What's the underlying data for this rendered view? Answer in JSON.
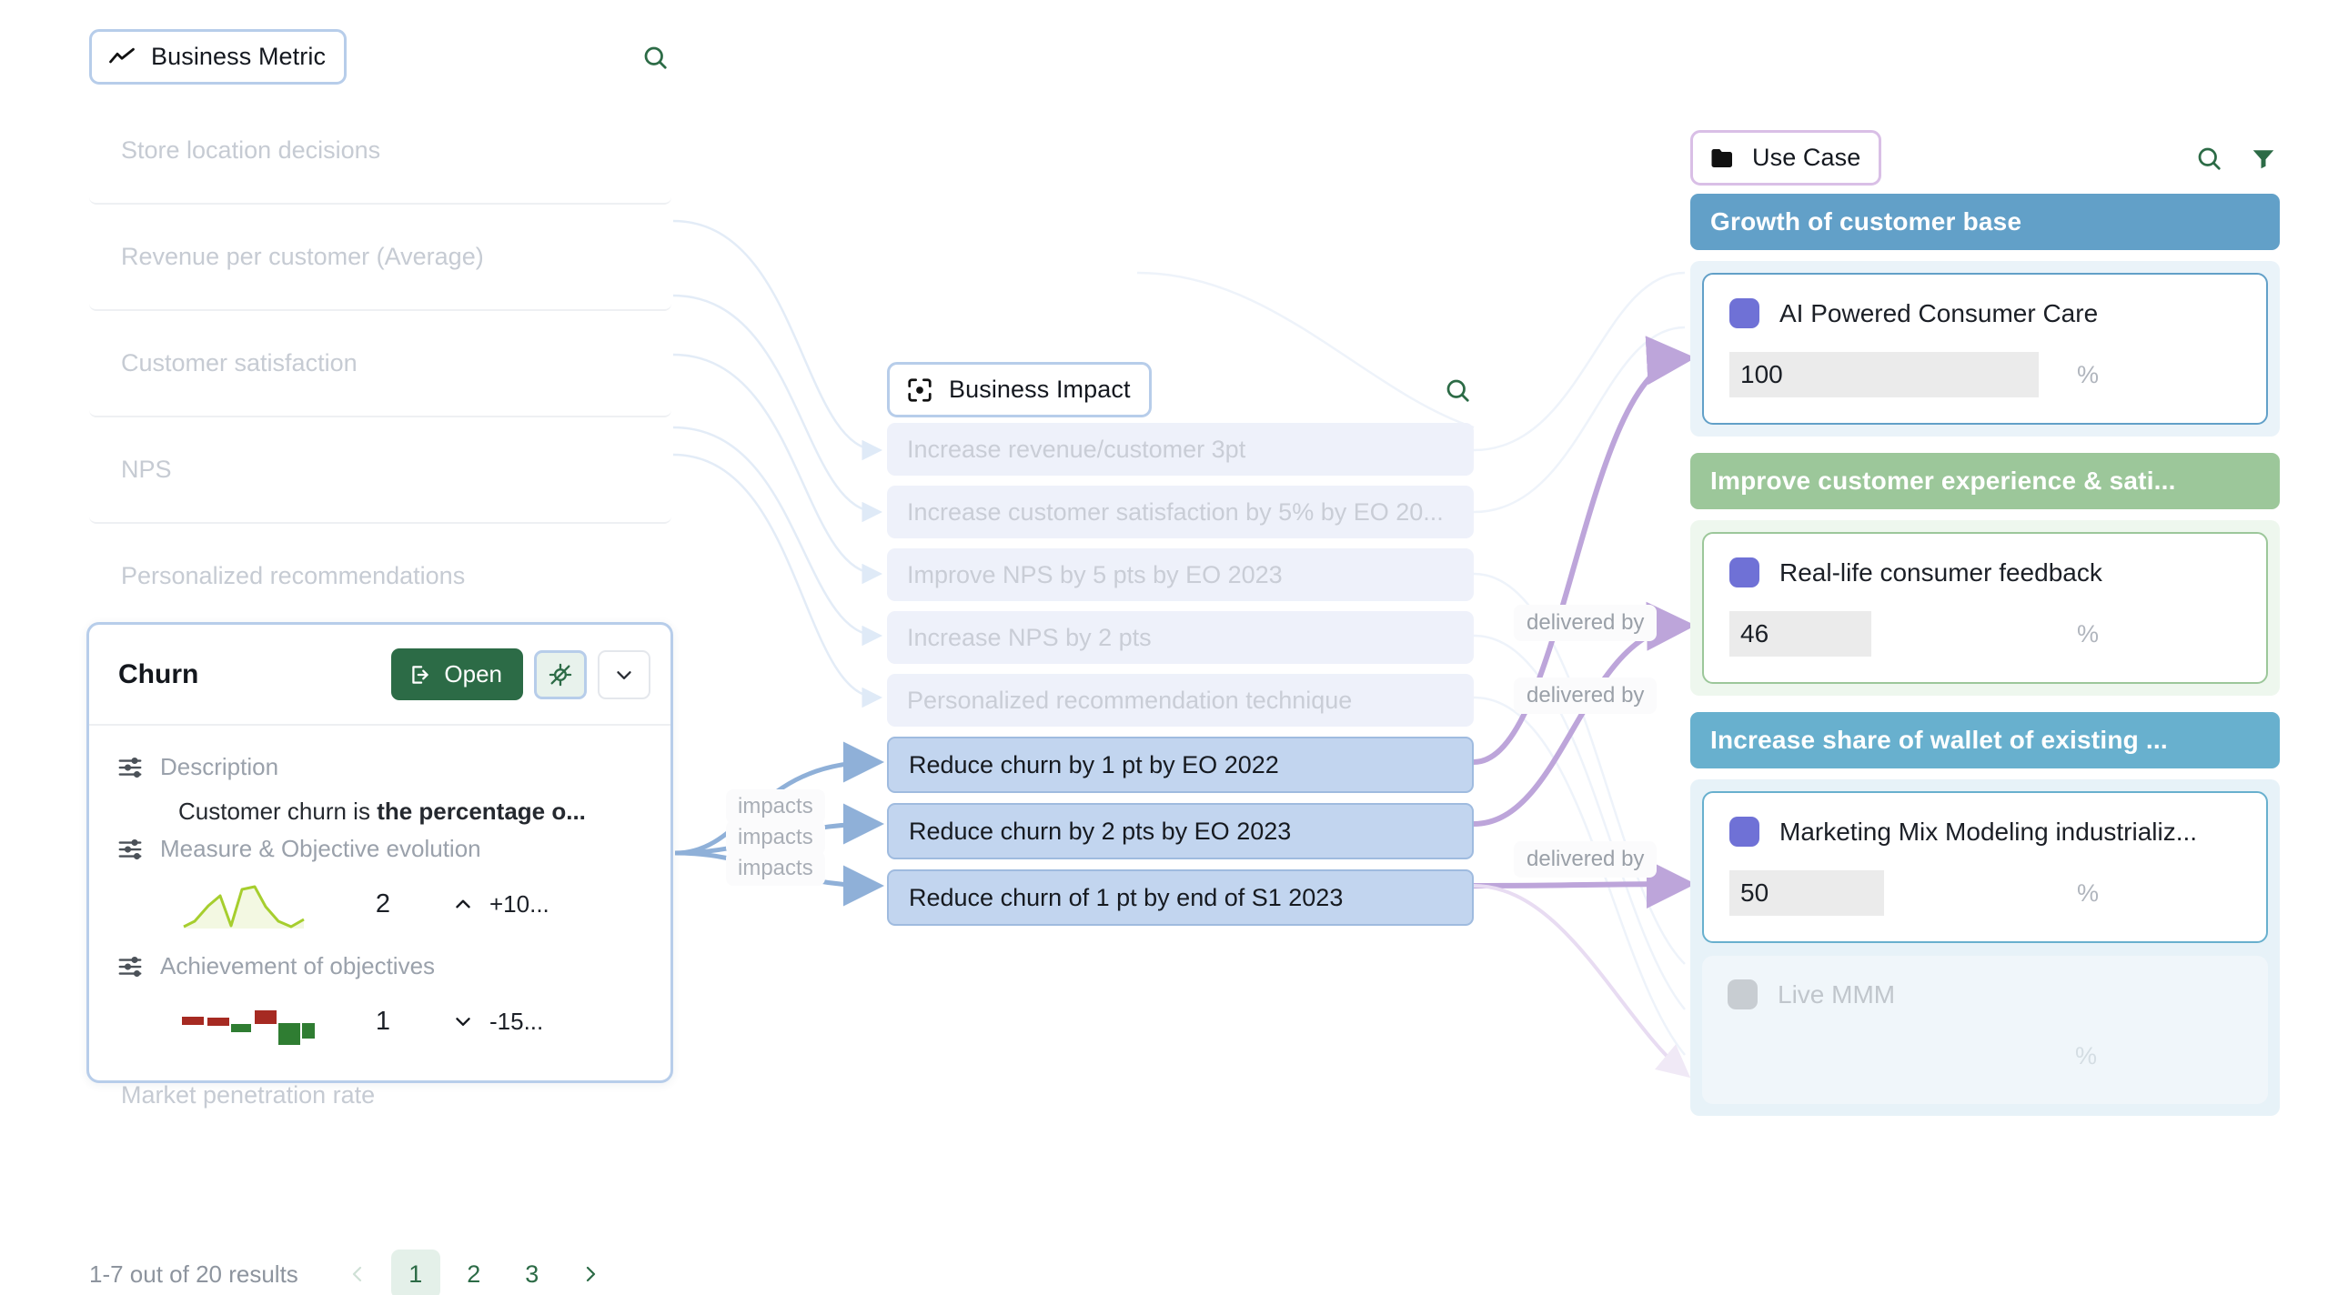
{
  "metric_panel": {
    "type_label": "Business Metric",
    "type_icon": "trending-line-icon",
    "search_icon": "search-icon",
    "items": [
      {
        "label": "Store location decisions"
      },
      {
        "label": "Revenue per customer (Average)"
      },
      {
        "label": "Customer satisfaction"
      },
      {
        "label": "NPS"
      },
      {
        "label": "Personalized recommendations"
      },
      {
        "label": "Market penetration rate"
      }
    ],
    "selected_card": {
      "title": "Churn",
      "open_label": "Open",
      "open_icon": "external-link-icon",
      "focus_icon": "focus-off-icon",
      "expand_icon": "chevron-down-icon",
      "description_label": "Description",
      "description_text_plain": "Customer churn is ",
      "description_text_bold": "the percentage o...",
      "measure_label": "Measure & Objective evolution",
      "measure_value": "2",
      "measure_delta": "+10...",
      "measure_delta_icon": "chevron-up-icon",
      "achievement_label": "Achievement of objectives",
      "achievement_value": "1",
      "achievement_delta": "-15...",
      "achievement_delta_icon": "chevron-down-icon",
      "settings_icon": "sliders-icon"
    },
    "pagination": {
      "summary": "1-7 out of 20 results",
      "prev_icon": "chevron-left-icon",
      "next_icon": "chevron-right-icon",
      "pages": [
        "1",
        "2",
        "3"
      ],
      "current": "1"
    }
  },
  "impact_panel": {
    "type_label": "Business Impact",
    "type_icon": "focus-target-icon",
    "search_icon": "search-icon",
    "items": [
      {
        "label": "Increase revenue/customer 3pt",
        "state": "dim"
      },
      {
        "label": "Increase customer satisfaction by 5% by EO 20...",
        "state": "dim"
      },
      {
        "label": "Improve NPS by 5 pts by EO 2023",
        "state": "dim"
      },
      {
        "label": "Increase NPS by 2 pts",
        "state": "dim"
      },
      {
        "label": "Personalized recommendation technique",
        "state": "dim"
      },
      {
        "label": "Reduce churn by 1 pt by EO 2022",
        "state": "highlighted"
      },
      {
        "label": "Reduce churn by 2 pts by EO 2023",
        "state": "highlighted"
      },
      {
        "label": "Reduce churn of 1 pt by end of S1 2023",
        "state": "highlighted"
      }
    ]
  },
  "usecase_panel": {
    "type_label": "Use Case",
    "type_icon": "folder-icon",
    "search_icon": "search-icon",
    "filter_icon": "filter-icon",
    "percent_symbol": "%",
    "groups": [
      {
        "title": "Growth of customer base",
        "color": "#62a0c8",
        "body_bg": "#eaf3f9",
        "card_border": "#62a0c8",
        "cards": [
          {
            "name": "AI Powered Consumer Care",
            "value": "100",
            "fill_pct": 100,
            "state": "active"
          }
        ]
      },
      {
        "title": "Improve customer experience & sati...",
        "color": "#9cc79a",
        "body_bg": "#eef7ee",
        "card_border": "#9cc79a",
        "cards": [
          {
            "name": "Real-life consumer feedback",
            "value": "46",
            "fill_pct": 46,
            "state": "active"
          }
        ]
      },
      {
        "title": "Increase share of wallet of existing ...",
        "color": "#68b0ce",
        "body_bg": "#e7f2f8",
        "card_border": "#68b0ce",
        "cards": [
          {
            "name": "Marketing Mix Modeling industrializ...",
            "value": "50",
            "fill_pct": 50,
            "state": "active"
          },
          {
            "name": "Live MMM",
            "value": "",
            "fill_pct": 0,
            "state": "faded"
          }
        ]
      }
    ]
  },
  "edges": {
    "impacts_label": "impacts",
    "delivered_by_label": "delivered by",
    "impacts_count": 3,
    "delivered_by_count": 3,
    "active_edge_color": "#8fb0d8",
    "delivered_edge_color": "#bda5da",
    "dim_edge_color": "#e3ecf7"
  },
  "charts": {
    "sparkline": {
      "type": "area",
      "stroke": "#a6ce2e",
      "fill": "#f3f8e2",
      "points": [
        0,
        8,
        38,
        58,
        20,
        2,
        64,
        78,
        44,
        18,
        6,
        22,
        26
      ]
    },
    "waterfall": {
      "type": "bar",
      "positive_color": "#2f7d32",
      "negative_color": "#a62a22",
      "bars": [
        {
          "v": -1,
          "offset": 0
        },
        {
          "v": -1,
          "offset": 0
        },
        {
          "v": 1,
          "offset": -10
        },
        {
          "v": -2,
          "offset": 10
        },
        {
          "v": 3,
          "offset": -22
        },
        {
          "v": 2,
          "offset": -14
        },
        {
          "v": -1,
          "offset": 12
        }
      ]
    }
  }
}
